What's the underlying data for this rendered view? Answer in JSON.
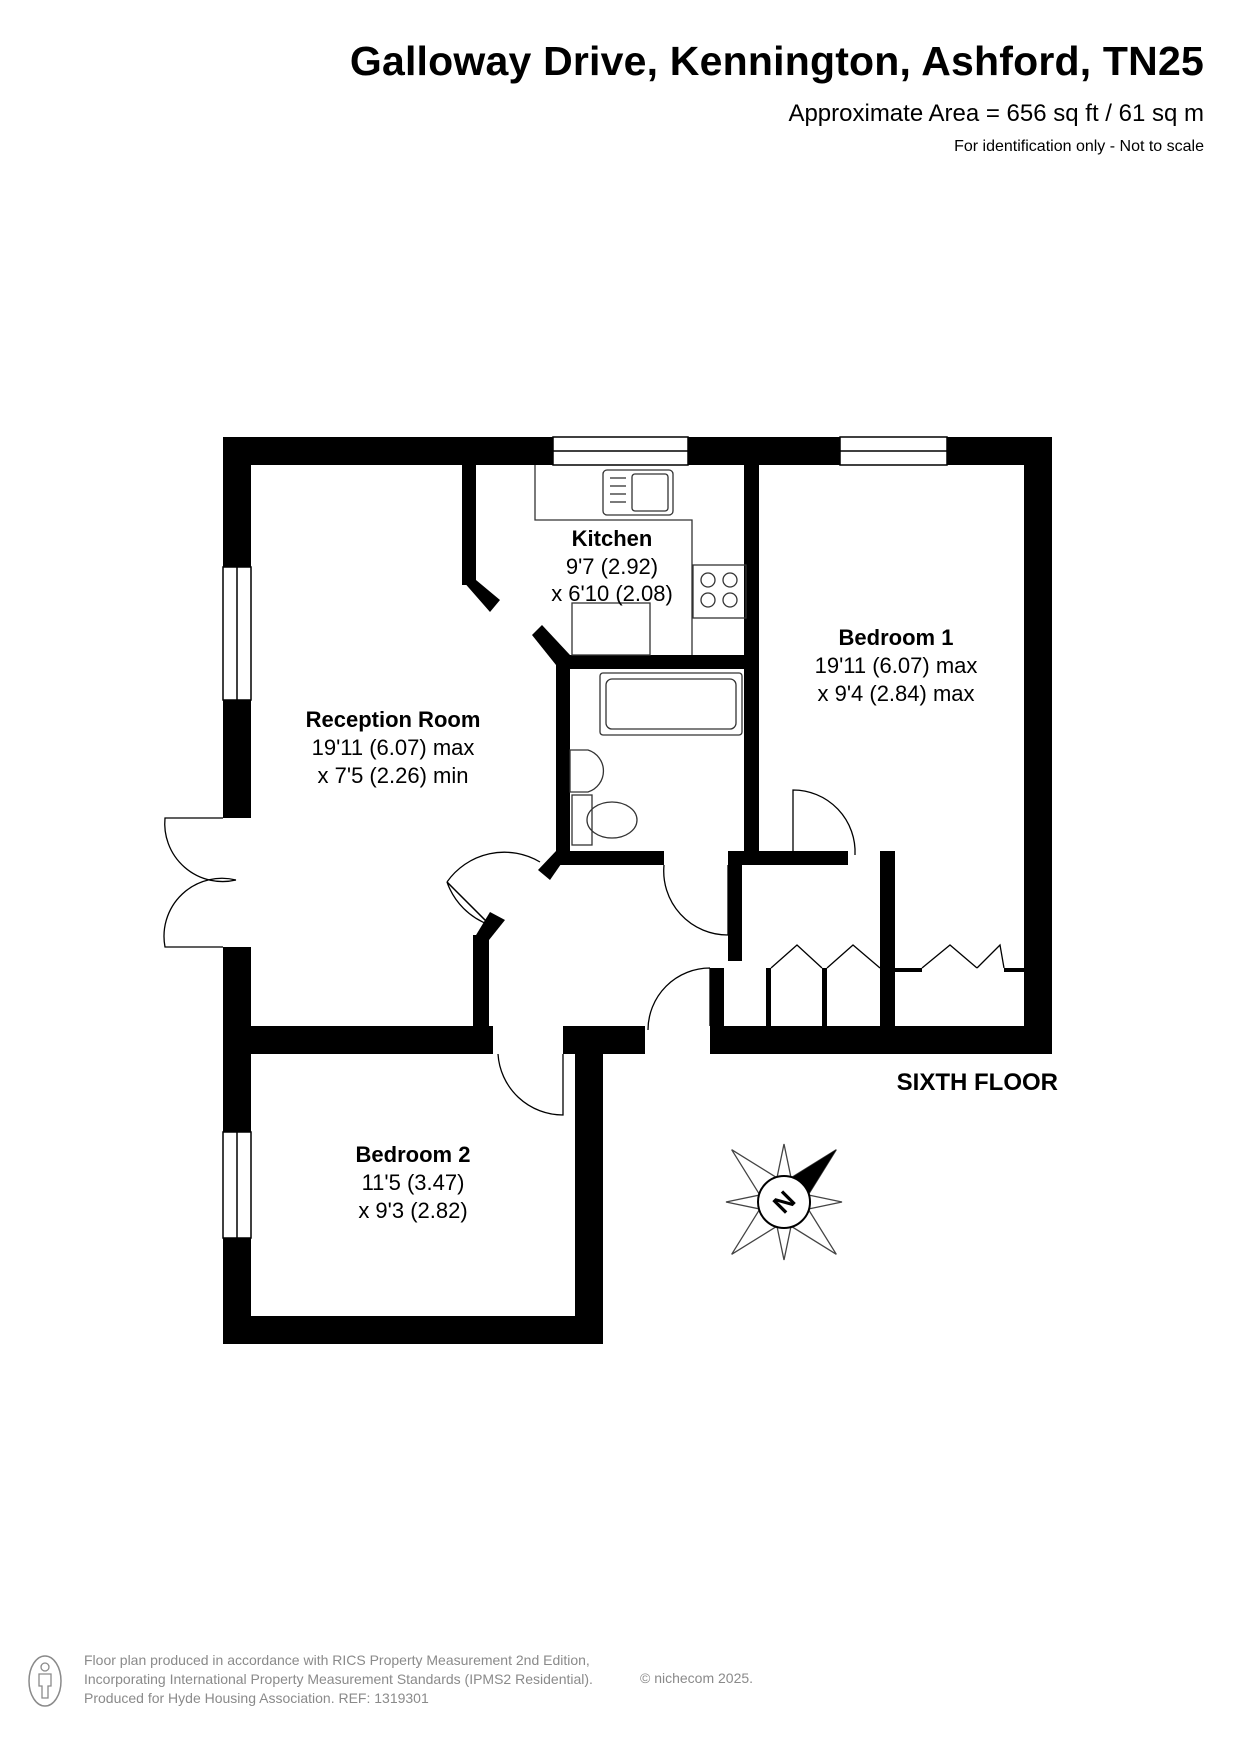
{
  "header": {
    "title": "Galloway Drive, Kennington, Ashford, TN25",
    "area": "Approximate Area = 656 sq ft / 61 sq m",
    "note": "For identification only - Not to scale"
  },
  "rooms": {
    "kitchen": {
      "name": "Kitchen",
      "dim1": "9'7 (2.92)",
      "dim2": "x 6'10 (2.08)"
    },
    "bedroom1": {
      "name": "Bedroom 1",
      "dim1": "19'11 (6.07) max",
      "dim2": "x 9'4 (2.84) max"
    },
    "reception": {
      "name": "Reception Room",
      "dim1": "19'11 (6.07) max",
      "dim2": "x 7'5 (2.26) min"
    },
    "bedroom2": {
      "name": "Bedroom 2",
      "dim1": "11'5 (3.47)",
      "dim2": "x 9'3 (2.82)"
    }
  },
  "floor_label": "SIXTH FLOOR",
  "compass": {
    "letter": "N",
    "icon": "compass-rose-icon"
  },
  "footer": {
    "line1": "Floor plan produced in accordance with RICS Property Measurement 2nd Edition,",
    "line2": "Incorporating International Property Measurement Standards (IPMS2 Residential).",
    "line3": "Produced for Hyde Housing Association.  REF: 1319301",
    "copyright": "© nichecom 2025.",
    "icon": "person-icon"
  },
  "colors": {
    "wall": "#000000",
    "fixture": "#333333",
    "footer_text": "#8a8a8a"
  }
}
